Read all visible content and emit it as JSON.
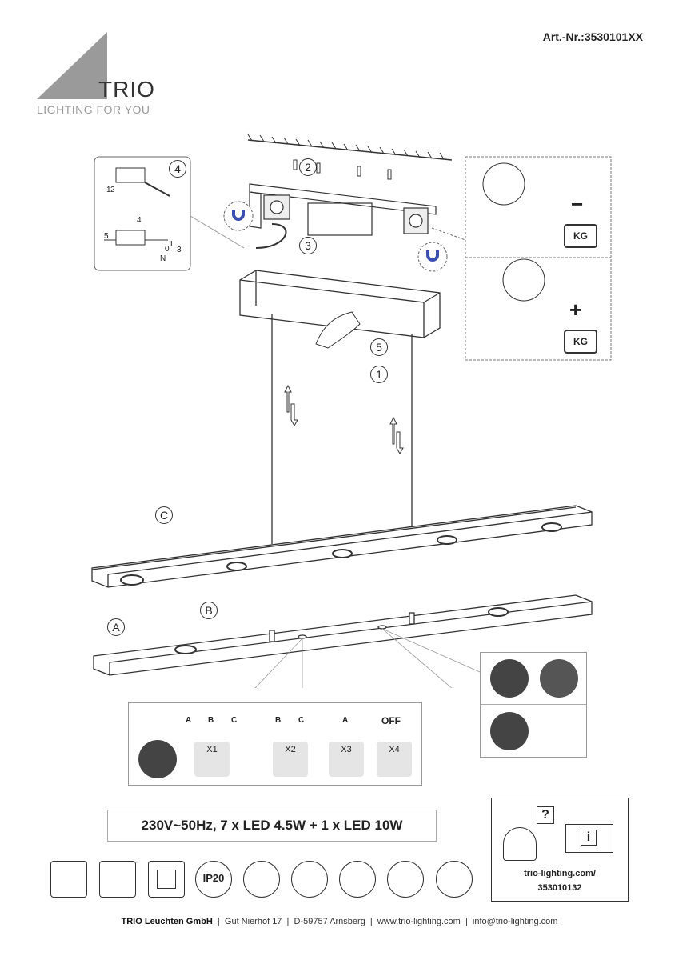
{
  "header": {
    "article_number": "Art.-Nr.:3530101XX",
    "brand": "TRIO",
    "tagline": "LIGHTING FOR YOU"
  },
  "steps": {
    "s1": "1",
    "s2": "2",
    "s3": "3",
    "s4": "4",
    "s5": "5"
  },
  "parts": {
    "a": "A",
    "b": "B",
    "c": "C"
  },
  "wiring": {
    "l": "L",
    "n": "N",
    "step_a": "1",
    "step_b": "2",
    "step_c": "3",
    "step_d": "4",
    "step_e": "5",
    "zero": "0"
  },
  "weight": {
    "minus": "−",
    "plus": "+",
    "kg": "KG"
  },
  "switch_modes": [
    {
      "labels": [
        "A",
        "B",
        "C"
      ],
      "press": "X1"
    },
    {
      "labels": [
        "B",
        "C"
      ],
      "press": "X2"
    },
    {
      "labels": [
        "A"
      ],
      "press": "X3"
    },
    {
      "labels": [
        "OFF"
      ],
      "press": "X4"
    }
  ],
  "spec": "230V~50Hz, 7 x LED 4.5W + 1 x LED 10W",
  "icons": [
    "indoor-icon",
    "no-insulation-cover-icon",
    "protection-class-2-icon",
    "ip20-icon",
    "no-dispose-icon",
    "switch-icon",
    "no-dimmer-icon",
    "remote-icon",
    "led-included-icon"
  ],
  "ip_label": "IP20",
  "info": {
    "url": "trio-lighting.com/",
    "code": "353010132",
    "question": "?",
    "info": "i"
  },
  "footer": {
    "company": "TRIO Leuchten GmbH",
    "street": "Gut Nierhof 17",
    "city": "D-59757 Arnsberg",
    "web": "www.trio-lighting.com",
    "email": "info@trio-lighting.com"
  }
}
